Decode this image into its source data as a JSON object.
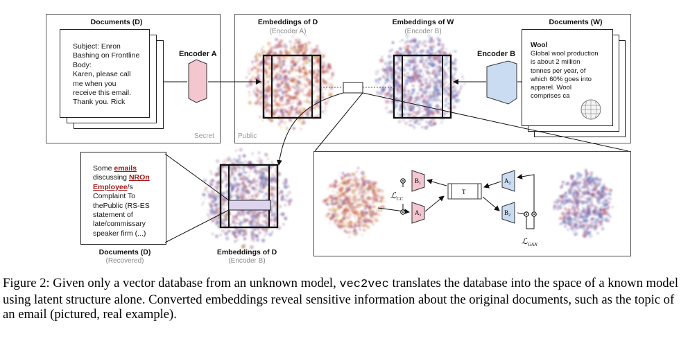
{
  "left_panel": {
    "title": "Documents (D)",
    "doc_text": "Subject: Enron\nBashing on Frontline\nBody:\nKaren, please call\nme when you\nreceive this email.\nThank you. Rick",
    "corner_label": "Secret",
    "encoder_label": "Encoder A",
    "encoder_color": "#f3c6d0"
  },
  "middle_panel": {
    "emb_d_title": "Embeddings of D",
    "emb_d_sub": "(Encoder A)",
    "emb_w_title": "Embeddings of W",
    "emb_w_sub": "(Encoder B)",
    "corner_label": "Public"
  },
  "right_panel": {
    "title": "Documents (W)",
    "doc_title": "Wool",
    "doc_text": "Global wool production\nis about 2 million\ntonnes per year, of\nwhich 60% goes into\napparel. Wool\ncomprises ca",
    "encoder_label": "Encoder B",
    "encoder_color": "#c9dcf2",
    "logo_icon": "wikipedia-globe-icon"
  },
  "recovered": {
    "text_before_1": "Some ",
    "hl_1": "emails",
    "text_2": "\ndiscussing ",
    "hl_2": "NROn",
    "hl_3": "Employee",
    "text_3": "/s\nComplaint To\nthePublic (RS-ES\nstatement of\nlate/commissary\nspeaker firm (...)",
    "title": "Documents (D)",
    "sub": "(Recovered)",
    "emb_title": "Embeddings of D",
    "emb_sub": "(Encoder B)"
  },
  "detail": {
    "t_label": "T",
    "a1": "A",
    "a1_sub": "1",
    "b1": "B",
    "b1_sub": "1",
    "a2": "A",
    "a2_sub": "2",
    "b2": "B",
    "b2_sub": "2",
    "loss_cc": "ℒ",
    "loss_cc_sub": "CC",
    "loss_gan": "ℒ",
    "loss_gan_sub": "GAN"
  },
  "colors": {
    "red_cloud": "#c8584a",
    "blue_cloud": "#6a5fa8",
    "pink_block": "#f3c6d0",
    "blue_block": "#c9dcf2",
    "highlight_bar": "#ddd4f0"
  },
  "caption": {
    "part1": "Figure 2: Given only a vector database from an unknown model, ",
    "code": "vec2vec",
    "part2": " translates the database into the space of a known model using latent structure alone. Converted embeddings reveal sensitive information about the original documents, such as the topic of an email (pictured, real example)."
  }
}
